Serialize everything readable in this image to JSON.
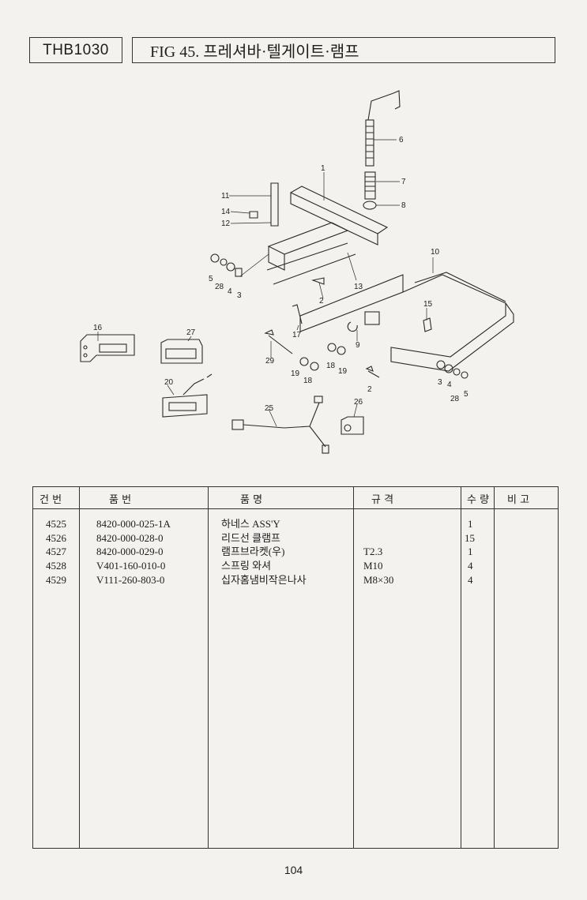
{
  "header": {
    "model": "THB1030",
    "figure_title": "FIG 45. 프레셔바·텔게이트·램프"
  },
  "diagram": {
    "callouts": [
      "1",
      "11",
      "14",
      "12",
      "6",
      "7",
      "8",
      "10",
      "5",
      "28",
      "4",
      "3",
      "2",
      "13",
      "15",
      "16",
      "27",
      "17",
      "9",
      "29",
      "19",
      "18",
      "18",
      "19",
      "20",
      "3",
      "4",
      "28",
      "5",
      "2",
      "25",
      "26"
    ]
  },
  "table": {
    "columns": {
      "item_no": "건  번",
      "part_no": "품          번",
      "part_name": "품                    명",
      "spec": "규          격",
      "qty": "수 량",
      "remarks": "비    고"
    },
    "rows": [
      {
        "item_no": "4525",
        "part_no": "8420-000-025-1A",
        "part_name": "하네스 ASS'Y",
        "spec": "",
        "qty": "1",
        "remarks": ""
      },
      {
        "item_no": "4526",
        "part_no": "8420-000-028-0",
        "part_name": "리드선 클램프",
        "spec": "",
        "qty": "15",
        "remarks": ""
      },
      {
        "item_no": "4527",
        "part_no": "8420-000-029-0",
        "part_name": "램프브라켓(우)",
        "spec": "T2.3",
        "qty": "1",
        "remarks": ""
      },
      {
        "item_no": "4528",
        "part_no": "V401-160-010-0",
        "part_name": "스프링 와셔",
        "spec": "M10",
        "qty": "4",
        "remarks": ""
      },
      {
        "item_no": "4529",
        "part_no": "V111-260-803-0",
        "part_name": "십자홈냄비작은나사",
        "spec": "M8×30",
        "qty": "4",
        "remarks": ""
      }
    ]
  },
  "page_number": "104"
}
